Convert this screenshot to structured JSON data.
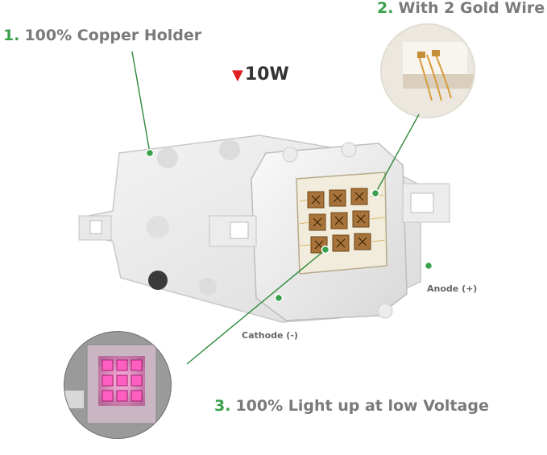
{
  "features": [
    {
      "number": "1.",
      "text": "100% Copper Holder"
    },
    {
      "number": "2.",
      "text": "With 2 Gold Wire"
    },
    {
      "number": "3.",
      "text": "100% Light up at low Voltage"
    }
  ],
  "power": {
    "indicator_icon": "red-down-triangle-icon",
    "label": "10W"
  },
  "terminals": {
    "anode": "Anode (+)",
    "cathode": "Cathode (-)"
  },
  "colors": {
    "number_green": "#3aa14a",
    "label_gray": "#7a7a7a",
    "triangle_red": "#e02020",
    "leader_green": "#2f8a3c"
  }
}
